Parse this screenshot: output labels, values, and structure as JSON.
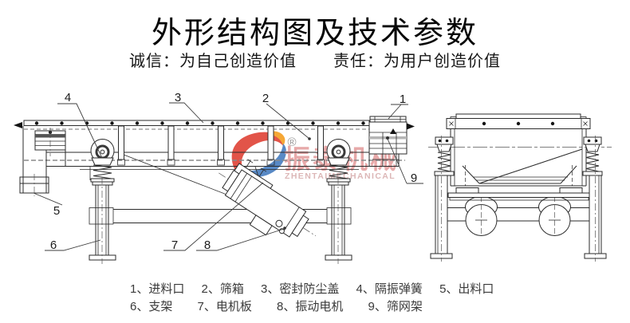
{
  "header": {
    "title": "外形结构图及技术参数",
    "subtitle_left": "诚信：为自己创造价值",
    "subtitle_right": "责任：为用户创造价值"
  },
  "watermark": {
    "registered_mark": "®",
    "brand_cn": "振泰机械",
    "brand_en": "ZHENTAIMECHANICAL",
    "colors": {
      "red": "#e0463a",
      "orange": "#f5a026",
      "blue": "#4a7fc1",
      "text_pink": "#e5a2a2",
      "text_en_pink": "#dab1b1"
    }
  },
  "diagram": {
    "line_color": "#2b2b2b",
    "callouts": [
      "1",
      "2",
      "3",
      "4",
      "5",
      "6",
      "7",
      "8",
      "9"
    ]
  },
  "legend": {
    "row1": [
      "1、进料口",
      "2、筛箱",
      "3、密封防尘盖",
      "4、隔振弹簧",
      "5、出料口"
    ],
    "row2": [
      "6、支架",
      "7、电机板",
      "8、振动电机",
      "9、筛网架"
    ]
  }
}
